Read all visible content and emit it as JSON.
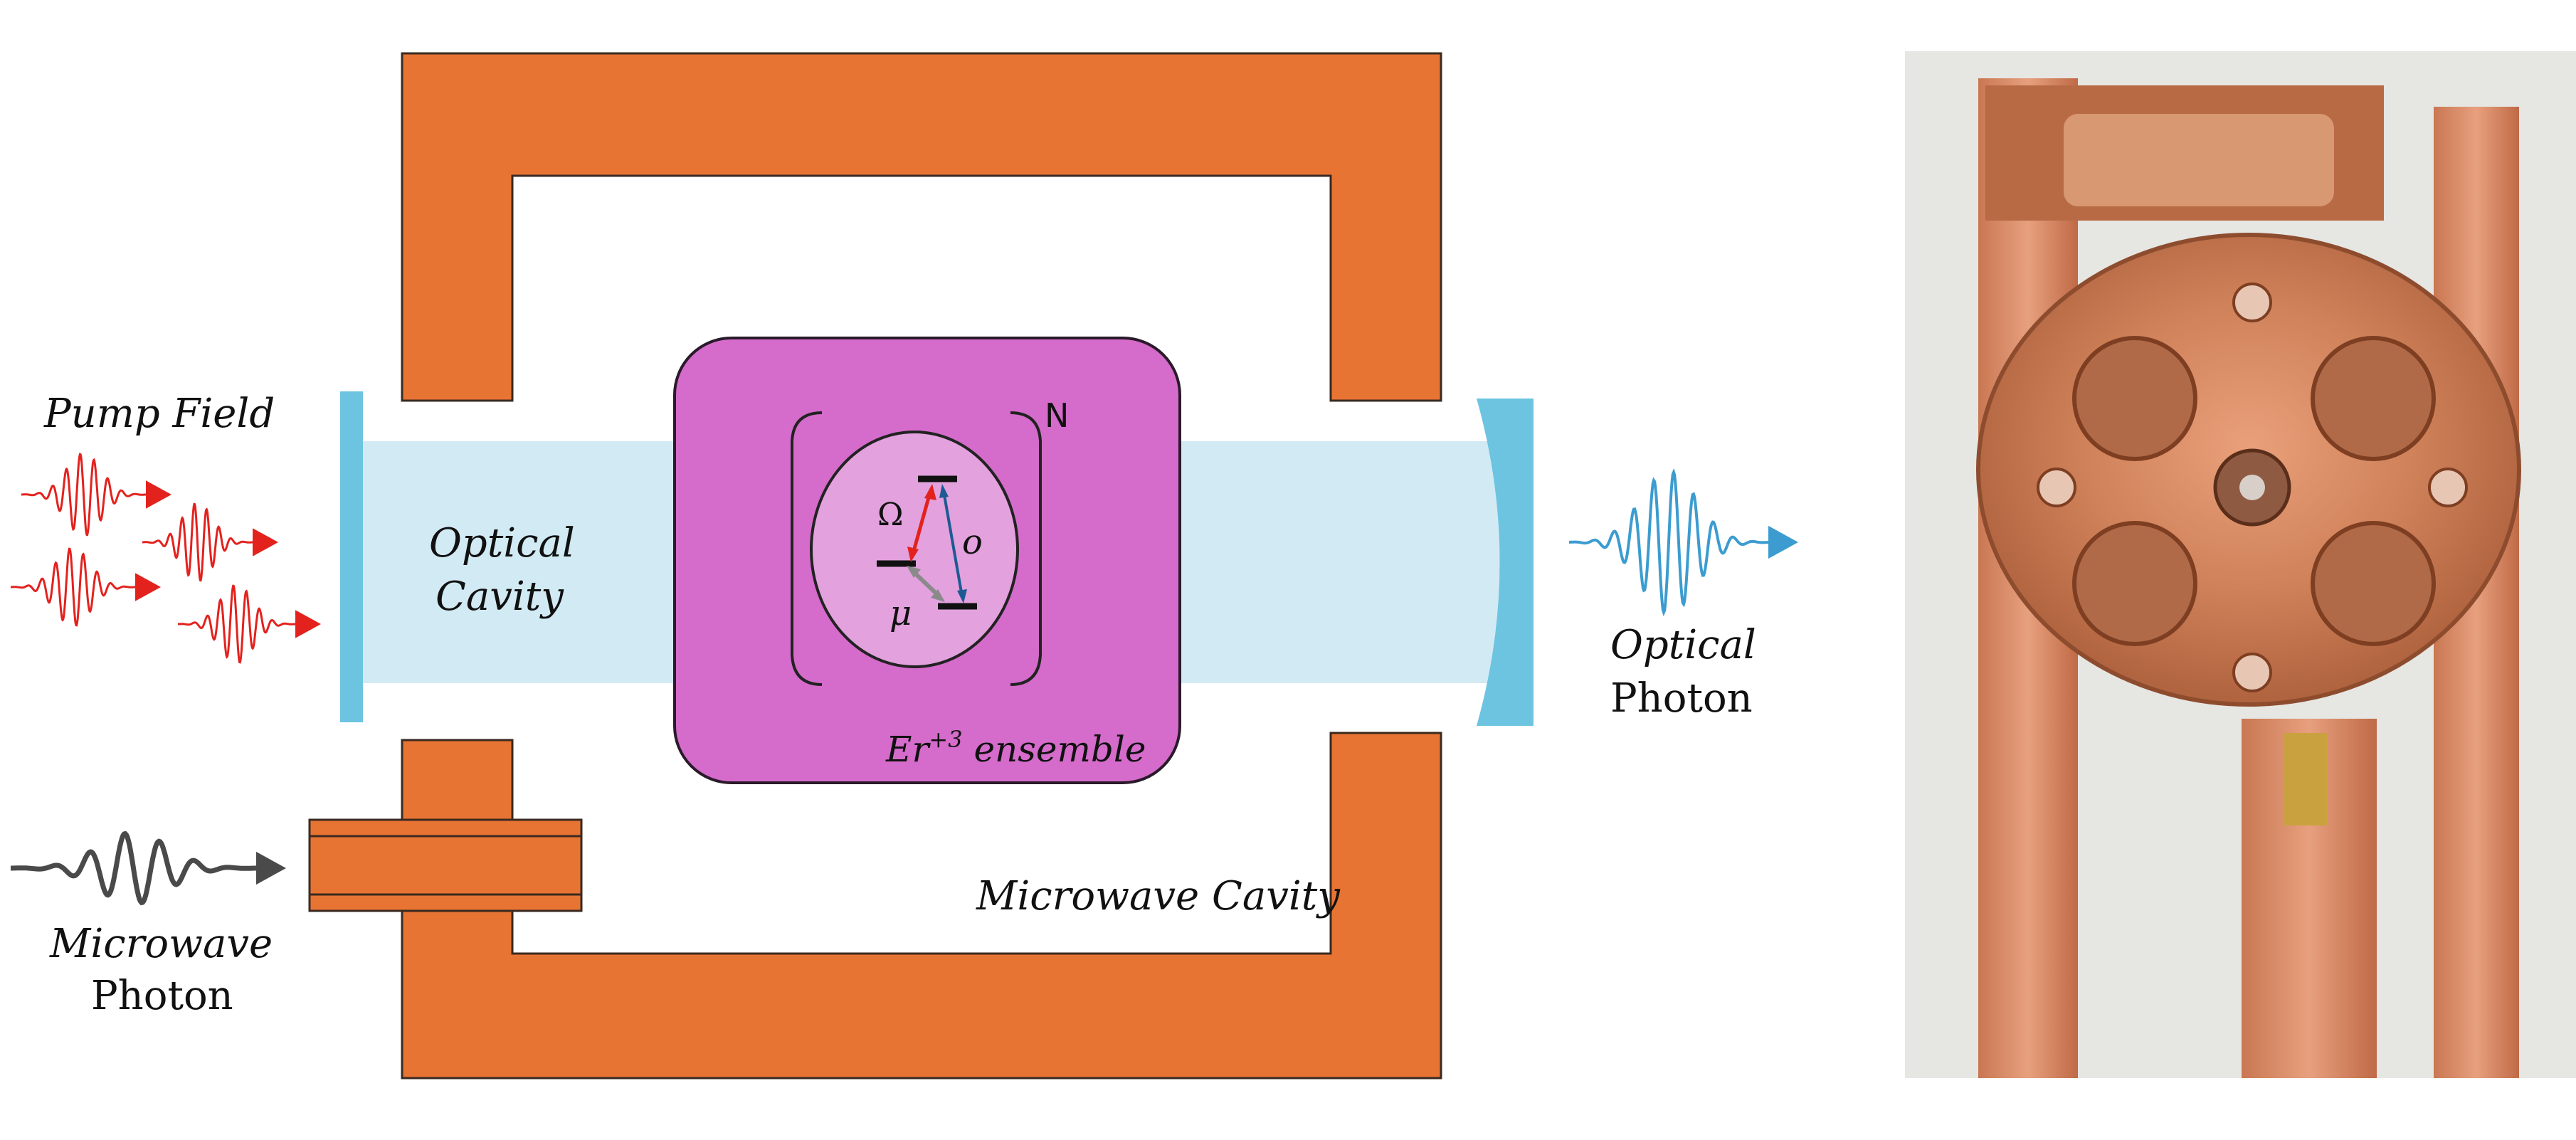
{
  "diagram": {
    "labels": {
      "pump_field": "Pump Field",
      "optical_cavity_line1": "Optical",
      "optical_cavity_line2": "Cavity",
      "microwave_line1": "Microwave",
      "microwave_line2": "Photon",
      "optical_photon_line1": "Optical",
      "optical_photon_line2": "Photon",
      "microwave_cavity": "Microwave Cavity",
      "ensemble_base": "Er",
      "ensemble_sup": "+3",
      "ensemble_rest": " ensemble",
      "ensemble_count": "N",
      "omega": "Ω",
      "o": "o",
      "mu": "μ"
    },
    "colors": {
      "copper": "#E87434",
      "cavity_beam": "#D2EAF4",
      "mirror": "#6CC4E0",
      "ensemble_box": "#D56BCB",
      "ensemble_inner": "#E3A1DE",
      "pump_red": "#E3221E",
      "optical_blue": "#3C9CD0",
      "arrow_blue": "#4C98D8",
      "microwave_gray": "#4A4A4A"
    }
  },
  "photo": {
    "description_icon": "copper-cryostat-cavity-photo"
  }
}
